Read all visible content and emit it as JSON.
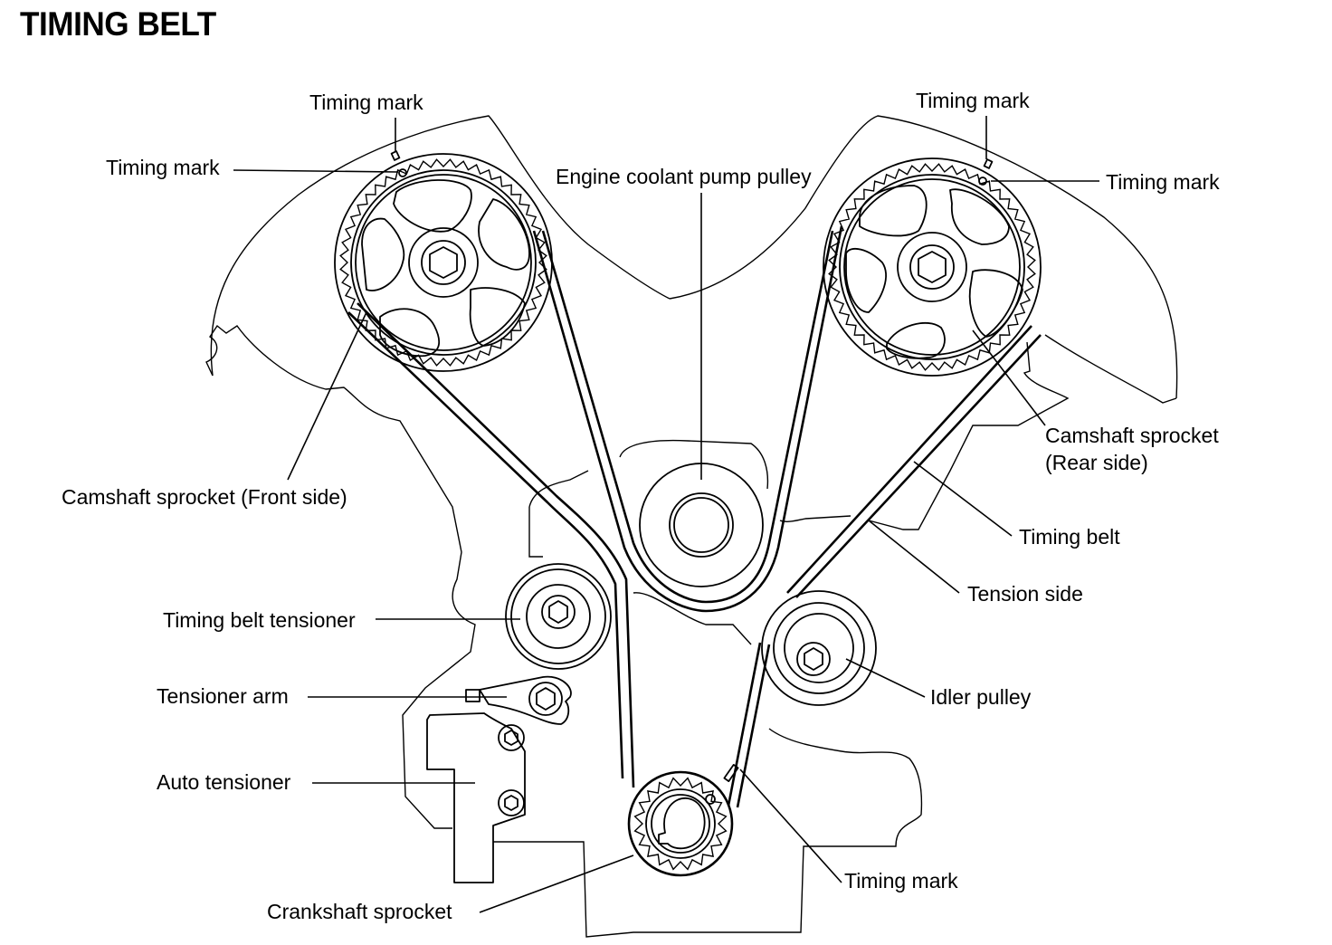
{
  "title": "TIMING BELT",
  "labels": {
    "timing_mark_top_left": "Timing mark",
    "timing_mark_left": "Timing mark",
    "timing_mark_top_right": "Timing mark",
    "timing_mark_right": "Timing mark",
    "coolant_pump_pulley": "Engine coolant pump pulley",
    "camshaft_front_side": "Camshaft sprocket (Front side)",
    "camshaft_rear_side_line1": "Camshaft  sprocket",
    "camshaft_rear_side_line2": "(Rear side)",
    "timing_belt": "Timing belt",
    "tension_side": "Tension side",
    "timing_belt_tensioner": "Timing belt tensioner",
    "idler_pulley": "Idler pulley",
    "tensioner_arm": "Tensioner arm",
    "auto_tensioner": "Auto tensioner",
    "crankshaft_sprocket": "Crankshaft sprocket",
    "timing_mark_crank": "Timing mark"
  }
}
